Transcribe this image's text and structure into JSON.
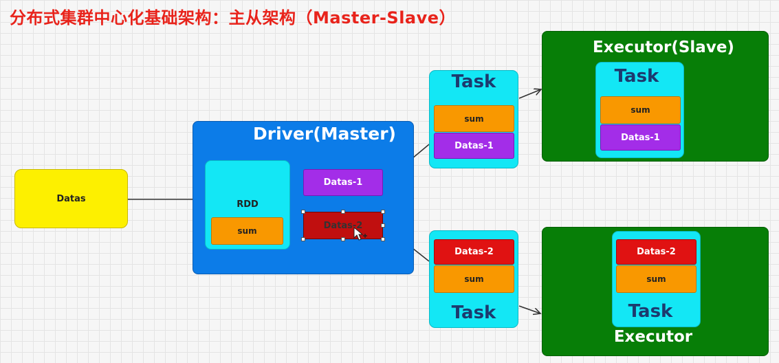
{
  "title": "分布式集群中心化基础架构：主从架构（Master-Slave）",
  "input_box": {
    "label": "Datas"
  },
  "driver": {
    "title": "Driver(Master)",
    "rdd_label": "RDD",
    "sum_label": "sum",
    "datas1_label": "Datas-1",
    "datas2_label": "Datas-2"
  },
  "task_top": {
    "title": "Task",
    "sum_label": "sum",
    "datas_label": "Datas-1"
  },
  "task_bottom": {
    "title": "Task",
    "datas_label": "Datas-2",
    "sum_label": "sum"
  },
  "executor_top": {
    "title": "Executor(Slave)",
    "task_title": "Task",
    "sum_label": "sum",
    "datas_label": "Datas-1"
  },
  "executor_bottom": {
    "title": "Executor",
    "task_title": "Task",
    "datas_label": "Datas-2",
    "sum_label": "sum"
  },
  "colors": {
    "title_red": "#e8231b",
    "datas_yellow": "#fdf000",
    "driver_blue": "#0c7ce8",
    "task_cyan": "#13e7f5",
    "sum_orange": "#f99800",
    "datas1_purple": "#a32de8",
    "datas2_red": "#e01212",
    "executor_green": "#077e07"
  }
}
